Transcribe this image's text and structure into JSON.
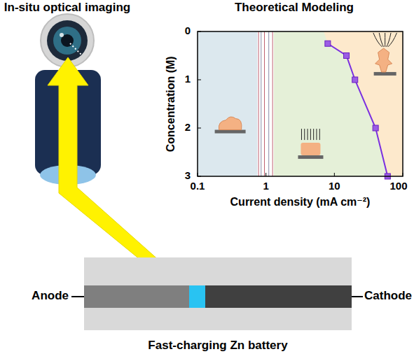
{
  "diagram": {
    "labels": [
      "In-situ optical imaging",
      "Theoretical Modeling",
      "0",
      "1",
      "2",
      "3",
      "Concentration (M)",
      "0.1",
      "1",
      "10",
      "100",
      "Current density (mA cm⁻²)",
      "Anode",
      "Cathode",
      "Fast-charging Zn battery"
    ]
  }
}
